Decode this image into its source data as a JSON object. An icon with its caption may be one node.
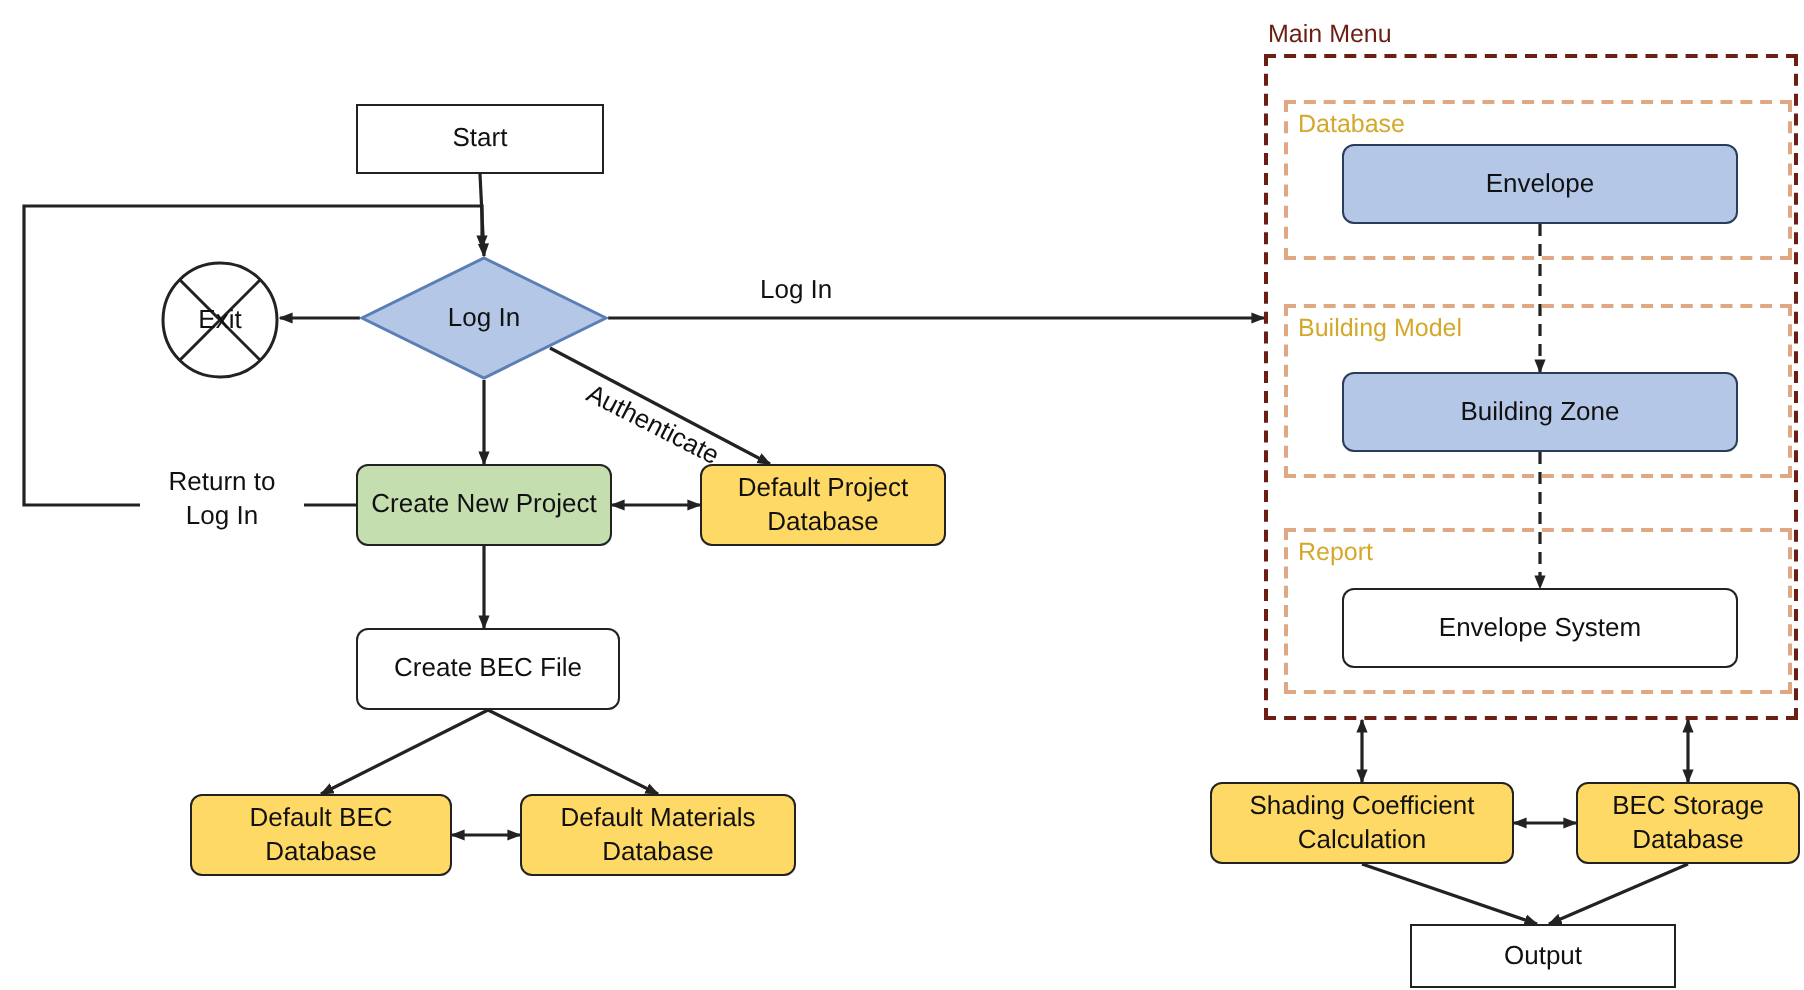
{
  "diagram": {
    "nodes": [
      {
        "text": [
          "Start"
        ]
      },
      {
        "text": [
          "Log In"
        ]
      },
      {
        "text": [
          "Exit"
        ]
      },
      {
        "text": [
          "Create New Project"
        ]
      },
      {
        "text": [
          "Default Project Database"
        ]
      },
      {
        "text": [
          "Create BEC File"
        ]
      },
      {
        "text": [
          "Default BEC Database"
        ]
      },
      {
        "text": [
          "Default Materials Database"
        ]
      },
      {
        "text": [
          "Main Menu"
        ]
      },
      {
        "text": [
          "Database"
        ],
        "in": 8
      },
      {
        "text": [
          "Envelope"
        ],
        "in": 9
      },
      {
        "text": [
          "Building Model"
        ],
        "in": 8
      },
      {
        "text": [
          "Building Zone"
        ],
        "in": 11
      },
      {
        "text": [
          "Report"
        ],
        "in": 8
      },
      {
        "text": [
          "Envelope System"
        ],
        "in": 13
      },
      {
        "text": [
          "Shading Coefficient Calculation"
        ]
      },
      {
        "text": [
          "BEC Storage Database"
        ]
      },
      {
        "text": [
          "Output"
        ]
      }
    ],
    "edges": [
      {
        "from": 0,
        "to": 1,
        "arrow": "to"
      },
      {
        "from": 1,
        "to": 2,
        "arrow": "to"
      },
      {
        "from": 1,
        "to": 3,
        "arrow": "to"
      },
      {
        "from": 1,
        "to": 4,
        "arrow": "to",
        "label": "Authenticate"
      },
      {
        "from": 1,
        "to": 8,
        "arrow": "to",
        "label": "Log In"
      },
      {
        "from": 3,
        "to": 1,
        "arrow": "to",
        "label": "Return to Log In"
      },
      {
        "from": 3,
        "to": 4,
        "arrow": "both"
      },
      {
        "from": 3,
        "to": 5,
        "arrow": "to"
      },
      {
        "from": 5,
        "to": 6,
        "arrow": "to"
      },
      {
        "from": 5,
        "to": 7,
        "arrow": "to"
      },
      {
        "from": 6,
        "to": 7,
        "arrow": "both"
      },
      {
        "from": 10,
        "to": 12,
        "arrow": "to",
        "style": "dashed"
      },
      {
        "from": 12,
        "to": 14,
        "arrow": "to",
        "style": "dashed"
      },
      {
        "from": 8,
        "to": 15,
        "arrow": "both"
      },
      {
        "from": 8,
        "to": 16,
        "arrow": "both"
      },
      {
        "from": 15,
        "to": 16,
        "arrow": "both"
      },
      {
        "from": 15,
        "to": 17,
        "arrow": "to"
      },
      {
        "from": 16,
        "to": 17,
        "arrow": "to"
      }
    ]
  }
}
